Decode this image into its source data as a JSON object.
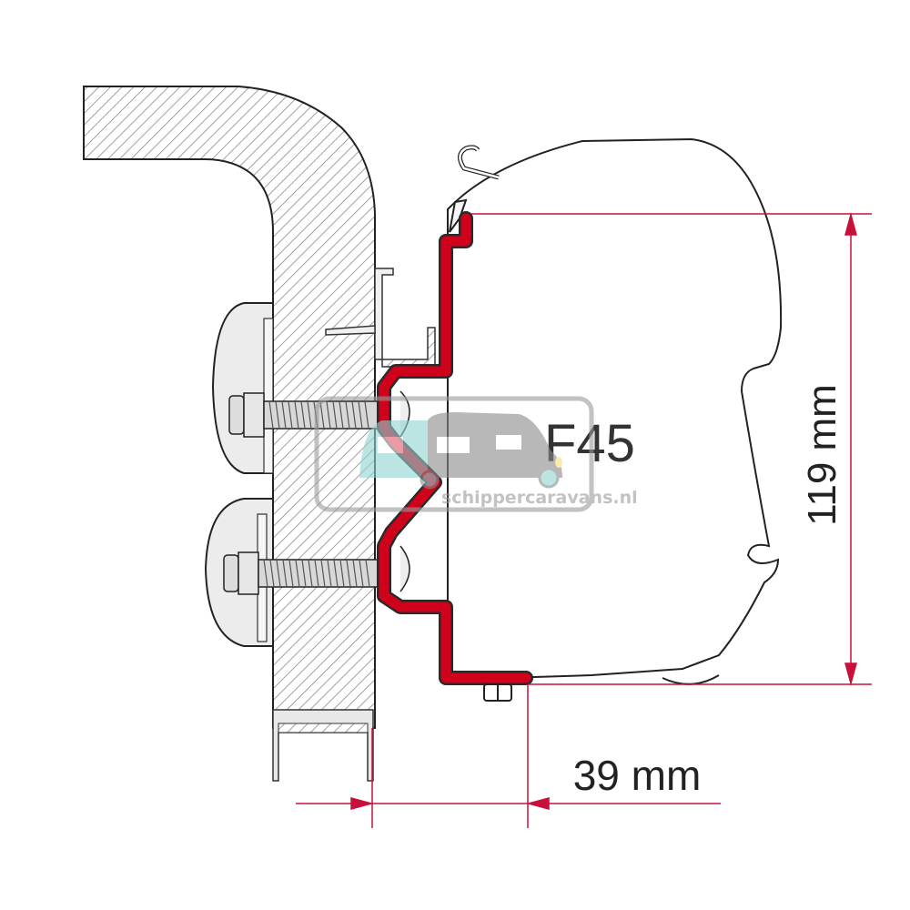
{
  "diagram": {
    "model_label": "F45",
    "dimensions": {
      "height": {
        "value": 119,
        "unit": "mm",
        "label": "119 mm"
      },
      "offset": {
        "value": 39,
        "unit": "mm",
        "label": "39 mm"
      }
    },
    "components": [
      "vehicle-wall-section",
      "awning-cassette",
      "adapter-bracket",
      "bolts-with-nuts",
      "roof-rail-profile"
    ]
  },
  "watermark": {
    "text": "schippercaravans.nl"
  },
  "colors": {
    "bracket_red": "#d0021b",
    "dimension_red": "#c8103a",
    "outline": "#222222",
    "hatch": "#8a8a8a",
    "watermark_teal": "#8fd3d0",
    "watermark_gray": "#9a9a9a",
    "headlight_yellow": "#f3e07a"
  }
}
